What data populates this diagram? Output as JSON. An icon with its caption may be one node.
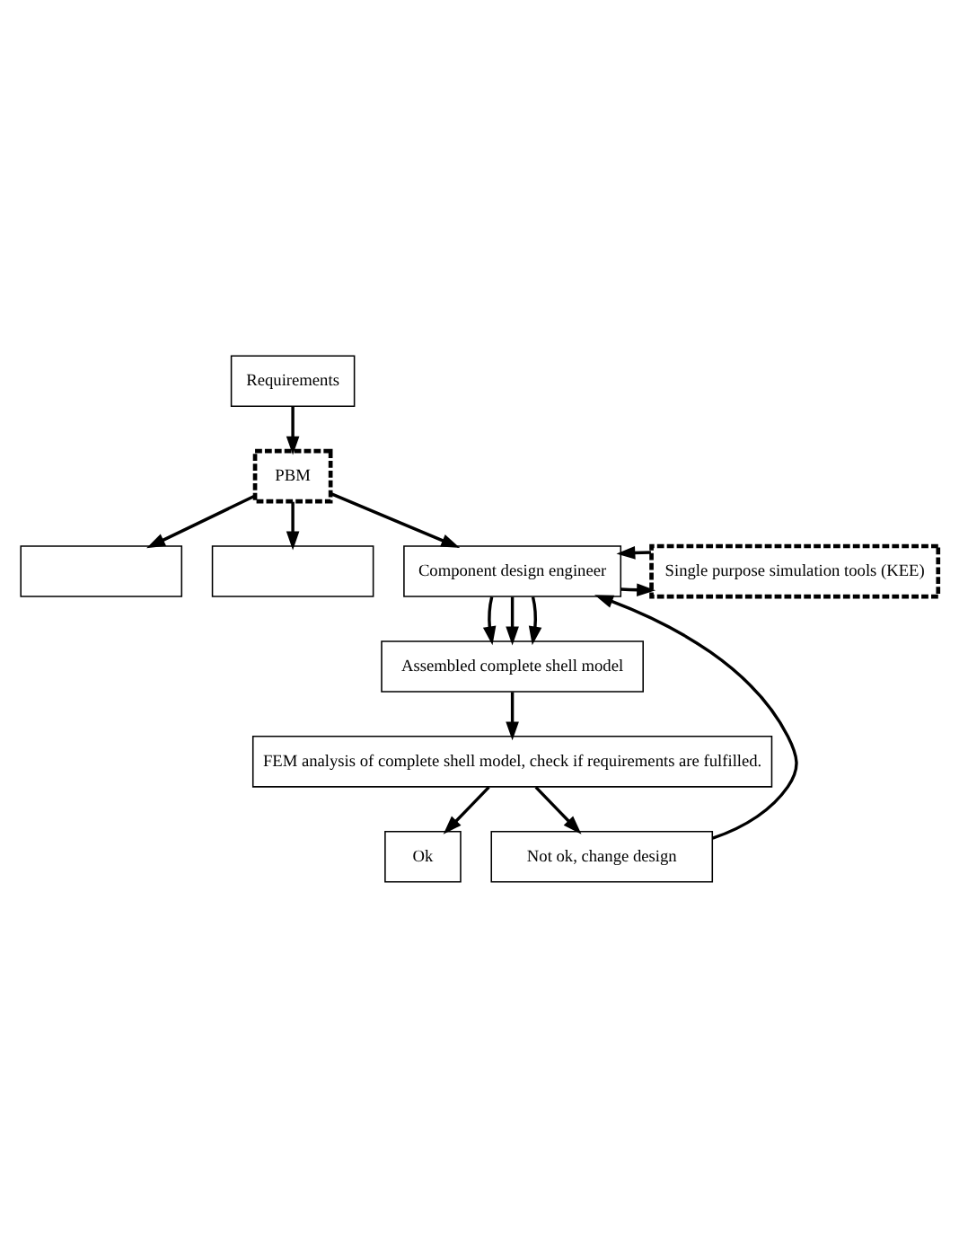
{
  "diagram": {
    "nodes": [
      {
        "text": [
          "Requirements"
        ]
      },
      {
        "text": [
          "PBM"
        ]
      },
      {
        "text": [],
        "shape": "box"
      },
      {
        "text": [],
        "shape": "box"
      },
      {
        "text": [
          "Component design engineer"
        ]
      },
      {
        "text": [
          "Single purpose simulation tools (KEE)"
        ]
      },
      {
        "text": [
          "Assembled complete shell model"
        ]
      },
      {
        "text": [
          "FEM analysis of complete shell model, check if requirements are fulfilled."
        ]
      },
      {
        "text": [
          "Ok"
        ]
      },
      {
        "text": [
          "Not ok, change design"
        ]
      }
    ],
    "edges": [
      {
        "from": 0,
        "to": 1,
        "arrow": "to"
      },
      {
        "from": 1,
        "to": 2,
        "arrow": "to"
      },
      {
        "from": 1,
        "to": 3,
        "arrow": "to"
      },
      {
        "from": 1,
        "to": 4,
        "arrow": "to"
      },
      {
        "from": 4,
        "to": 5,
        "arrow": "to"
      },
      {
        "from": 5,
        "to": 4,
        "arrow": "to"
      },
      {
        "from": 4,
        "to": 6,
        "arrow": "to"
      },
      {
        "from": 4,
        "to": 6,
        "arrow": "to"
      },
      {
        "from": 4,
        "to": 6,
        "arrow": "to"
      },
      {
        "from": 6,
        "to": 7,
        "arrow": "to"
      },
      {
        "from": 7,
        "to": 8,
        "arrow": "to"
      },
      {
        "from": 7,
        "to": 9,
        "arrow": "to"
      },
      {
        "from": 9,
        "to": 4,
        "arrow": "to"
      }
    ]
  }
}
